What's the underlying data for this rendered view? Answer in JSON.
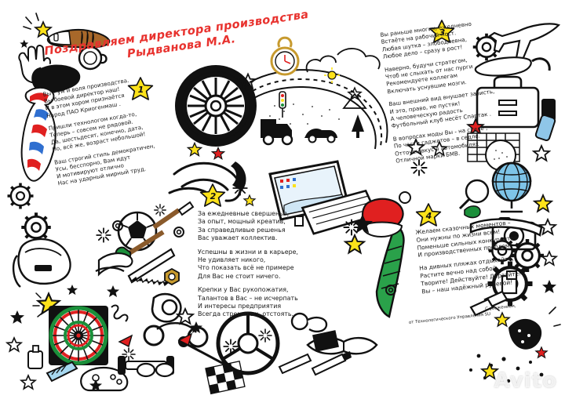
{
  "poster": {
    "title": {
      "line1": "Поздравляем директора производства",
      "line2": "Рыдванова М.А.",
      "color": "#e8322e"
    },
    "badges": [
      {
        "number": "1",
        "color": "#fde21a"
      },
      {
        "number": "2",
        "color": "#fde21a"
      },
      {
        "number": "3",
        "color": "#fde21a"
      },
      {
        "number": "4",
        "color": "#fde21a"
      }
    ],
    "verses": [
      {
        "id": "verse-1",
        "stanzas": [
          [
            "Вы – ум и воля производства.",
            "Вы боевой директор наш!",
            "И в этом хором признаётся",
            "Народ ПАО  Криогенмаш ."
          ],
          [
            "Пришли технологом когда-то,",
            "Теперь – совсем не рядовой.",
            "Да, шестьдесят, конечно, дата,",
            "Но, всё же, возраст небольшой!"
          ],
          [
            "Ваш строгий стиль демократичен,",
            "Усы, бесспорно, Вам идут",
            "И мотивируют отлично",
            "Нас на ударный мирный труд."
          ]
        ]
      },
      {
        "id": "verse-2",
        "stanzas": [
          [
            "За ежедневные свершенья,",
            "За опыт, мощный креатив,",
            "За справедливые решенья",
            "Вас уважает коллектив."
          ],
          [
            "Успешны в жизни и в карьере,",
            "Не удивляет никого,",
            "Что показать всё не примере",
            "Для Вас не стоит ничего."
          ],
          [
            "Крепки у Вас рукопожатия,",
            "Талантов в Вас – не исчерпать",
            "И интересы предприятия",
            "Всегда стремитесь отстоять."
          ]
        ]
      },
      {
        "id": "verse-3",
        "stanzas": [
          [
            "Вы раньше многих, ежедневно",
            "Встаёте на рабочий пост.",
            "Любая шутка – злободневна,",
            "Любое дело – сразу в рост!"
          ],
          [
            "Наверно, будучи стратегом,",
            "Чтоб не слыхать от нас  пурги ,",
            "Рекомендуете коллегам",
            "Включать уснувшие мозги."
          ],
          [
            "Ваш внешний вид внушает зависть,",
            "И это, право, не пустяк!",
            "А человеческую радость",
            "Футбольный клуб несёт  Спартак ."
          ],
          [
            "В вопросах моды  Вы -  на стиле ,",
            "По части гаджетов – в седле.",
            "Отточен вкус в автомобилях",
            "Отличной марки БМВ."
          ]
        ]
      },
      {
        "id": "verse-4",
        "stanzas": [
          [
            "Желаем сказочных моментов –",
            "Они нужны по жизни всем!",
            "Поменьше сильных конкурентов",
            "И производственных проблем!"
          ],
          [
            "На дивных пляжах отдыхайте,",
            "Растите вечно над собой.",
            "Творите! Действуйте! Дерзайте!",
            "Вы – наш надёжный рулевой!"
          ]
        ]
      }
    ],
    "signature": {
      "regards": "С уважением,",
      "from": "от Технологического Управления SU"
    },
    "watermark": "Avito"
  }
}
